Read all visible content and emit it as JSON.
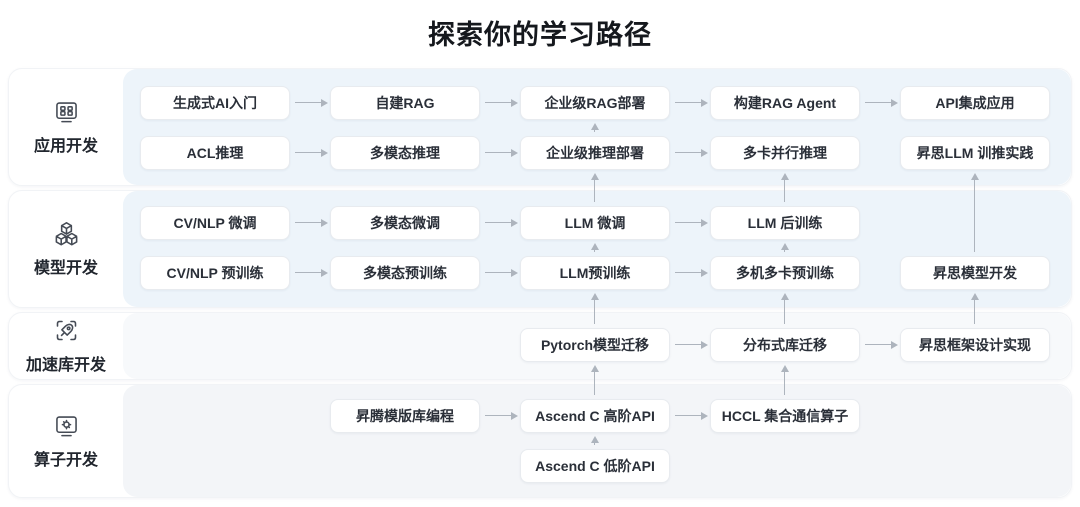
{
  "title": "探索你的学习路径",
  "colors": {
    "page_bg": "#ffffff",
    "node_bg": "#ffffff",
    "node_border": "#e8ebef",
    "node_text": "#2a2f38",
    "arrow": "#adb4bd",
    "title_text": "#15181d",
    "track_app_tint": "#edf4fa",
    "track_model_tint": "#edf4fa",
    "track_accel_tint": "#f7f9fb",
    "track_operator_tint": "#f3f5f8"
  },
  "tracks": [
    {
      "id": "app-dev",
      "label": "应用开发",
      "icon": "apps-board-icon",
      "tint": "#edf4fa"
    },
    {
      "id": "model-dev",
      "label": "模型开发",
      "icon": "cubes-icon",
      "tint": "#edf4fa"
    },
    {
      "id": "accel-lib-dev",
      "label": "加速库开发",
      "icon": "rocket-frame-icon",
      "tint": "#f7f9fb"
    },
    {
      "id": "operator-dev",
      "label": "算子开发",
      "icon": "chip-screen-icon",
      "tint": "#f3f5f8"
    }
  ],
  "nodes": [
    {
      "id": "gen-ai-intro",
      "label": "生成式AI入门",
      "col": 0,
      "row": "r1a"
    },
    {
      "id": "self-built-rag",
      "label": "自建RAG",
      "col": 1,
      "row": "r1a"
    },
    {
      "id": "enterprise-rag-deploy",
      "label": "企业级RAG部署",
      "col": 2,
      "row": "r1a"
    },
    {
      "id": "build-rag-agent",
      "label": "构建RAG Agent",
      "col": 3,
      "row": "r1a"
    },
    {
      "id": "api-integration-app",
      "label": "API集成应用",
      "col": 4,
      "row": "r1a"
    },
    {
      "id": "acl-inference",
      "label": "ACL推理",
      "col": 0,
      "row": "r1b"
    },
    {
      "id": "multimodal-inference",
      "label": "多模态推理",
      "col": 1,
      "row": "r1b"
    },
    {
      "id": "enterprise-inference-deploy",
      "label": "企业级推理部署",
      "col": 2,
      "row": "r1b"
    },
    {
      "id": "multi-card-parallel-inference",
      "label": "多卡并行推理",
      "col": 3,
      "row": "r1b"
    },
    {
      "id": "mindspore-llm-practice",
      "label": "昇思LLM 训推实践",
      "col": 4,
      "row": "r1b"
    },
    {
      "id": "cv-nlp-finetune",
      "label": "CV/NLP 微调",
      "col": 0,
      "row": "r2a"
    },
    {
      "id": "multimodal-finetune",
      "label": "多模态微调",
      "col": 1,
      "row": "r2a"
    },
    {
      "id": "llm-finetune",
      "label": "LLM 微调",
      "col": 2,
      "row": "r2a"
    },
    {
      "id": "llm-post-training",
      "label": "LLM 后训练",
      "col": 3,
      "row": "r2a"
    },
    {
      "id": "cv-nlp-pretrain",
      "label": "CV/NLP 预训练",
      "col": 0,
      "row": "r2b"
    },
    {
      "id": "multimodal-pretrain",
      "label": "多模态预训练",
      "col": 1,
      "row": "r2b"
    },
    {
      "id": "llm-pretrain",
      "label": "LLM预训练",
      "col": 2,
      "row": "r2b"
    },
    {
      "id": "multi-node-card-pretrain",
      "label": "多机多卡预训练",
      "col": 3,
      "row": "r2b"
    },
    {
      "id": "mindspore-model-dev",
      "label": "昇思模型开发",
      "col": 4,
      "row": "r2b"
    },
    {
      "id": "pytorch-model-migration",
      "label": "Pytorch模型迁移",
      "col": 2,
      "row": "r3"
    },
    {
      "id": "distributed-lib-migration",
      "label": "分布式库迁移",
      "col": 3,
      "row": "r3"
    },
    {
      "id": "mindspore-framework-design",
      "label": "昇思框架设计实现",
      "col": 4,
      "row": "r3"
    },
    {
      "id": "ascend-template-lib",
      "label": "昇腾模版库编程",
      "col": 1,
      "row": "r4a"
    },
    {
      "id": "ascend-c-high-api",
      "label": "Ascend C 高阶API",
      "col": 2,
      "row": "r4a"
    },
    {
      "id": "hccl-collective-ops",
      "label": "HCCL 集合通信算子",
      "col": 3,
      "row": "r4a"
    },
    {
      "id": "ascend-c-low-api",
      "label": "Ascend C 低阶API",
      "col": 2,
      "row": "r4b"
    }
  ],
  "edges_right": [
    [
      "gen-ai-intro",
      "self-built-rag"
    ],
    [
      "self-built-rag",
      "enterprise-rag-deploy"
    ],
    [
      "enterprise-rag-deploy",
      "build-rag-agent"
    ],
    [
      "build-rag-agent",
      "api-integration-app"
    ],
    [
      "acl-inference",
      "multimodal-inference"
    ],
    [
      "multimodal-inference",
      "enterprise-inference-deploy"
    ],
    [
      "enterprise-inference-deploy",
      "multi-card-parallel-inference"
    ],
    [
      "cv-nlp-finetune",
      "multimodal-finetune"
    ],
    [
      "multimodal-finetune",
      "llm-finetune"
    ],
    [
      "llm-finetune",
      "llm-post-training"
    ],
    [
      "cv-nlp-pretrain",
      "multimodal-pretrain"
    ],
    [
      "multimodal-pretrain",
      "llm-pretrain"
    ],
    [
      "llm-pretrain",
      "multi-node-card-pretrain"
    ],
    [
      "pytorch-model-migration",
      "distributed-lib-migration"
    ],
    [
      "distributed-lib-migration",
      "mindspore-framework-design"
    ],
    [
      "ascend-template-lib",
      "ascend-c-high-api"
    ],
    [
      "ascend-c-high-api",
      "hccl-collective-ops"
    ]
  ],
  "edges_up": [
    [
      "enterprise-inference-deploy",
      "enterprise-rag-deploy"
    ],
    [
      "llm-finetune",
      "enterprise-inference-deploy"
    ],
    [
      "llm-post-training",
      "multi-card-parallel-inference"
    ],
    [
      "mindspore-model-dev",
      "mindspore-llm-practice"
    ],
    [
      "llm-pretrain",
      "llm-finetune"
    ],
    [
      "multi-node-card-pretrain",
      "llm-post-training"
    ],
    [
      "pytorch-model-migration",
      "llm-pretrain"
    ],
    [
      "distributed-lib-migration",
      "multi-node-card-pretrain"
    ],
    [
      "mindspore-framework-design",
      "mindspore-model-dev"
    ],
    [
      "ascend-c-high-api",
      "pytorch-model-migration"
    ],
    [
      "hccl-collective-ops",
      "distributed-lib-migration"
    ],
    [
      "ascend-c-low-api",
      "ascend-c-high-api"
    ]
  ]
}
